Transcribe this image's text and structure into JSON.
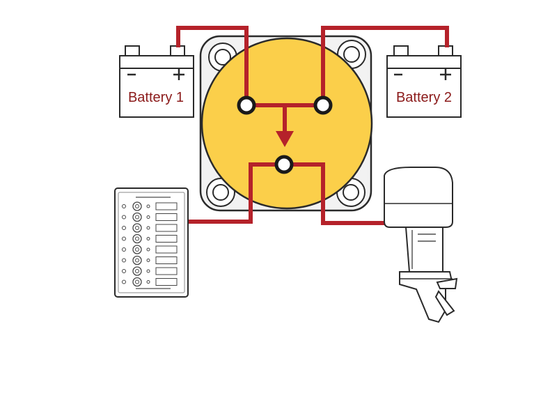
{
  "colors": {
    "wire": "#b5222a",
    "switch_face": "#fbcf4a",
    "switch_base": "#f2f2f2",
    "outline": "#2a2a2a",
    "label": "#8b1a1a",
    "terminal": "#ffffff"
  },
  "batteries": [
    {
      "label": "Battery 1",
      "plus_icon": "plus-icon",
      "minus_icon": "minus-icon"
    },
    {
      "label": "Battery 2",
      "plus_icon": "plus-icon",
      "minus_icon": "minus-icon"
    }
  ],
  "components": {
    "switch": "battery-switch-icon",
    "panel": "switch-panel-icon",
    "panel_rows": 8,
    "engine": "outboard-motor-icon",
    "flow": "arrow-down-icon"
  }
}
